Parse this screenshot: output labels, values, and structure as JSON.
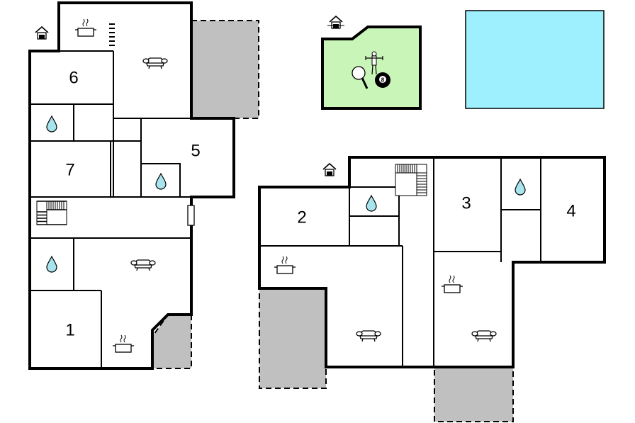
{
  "rooms": {
    "r1": "1",
    "r2": "2",
    "r3": "3",
    "r4": "4",
    "r5": "5",
    "r6": "6",
    "r7": "7"
  },
  "ball_number": "8",
  "colors": {
    "pool": "#9ff0ff",
    "activity_room": "#c9f6b8",
    "terrace": "#c0c0c0",
    "water": "#a8e4ee",
    "wall": "#000000"
  },
  "icons": {
    "entrance": "house-entrance-icon",
    "bathroom": "water-drop-icon",
    "kitchen": "cooking-pot-icon",
    "living": "sofa-icon",
    "stairs": "staircase-icon",
    "table_tennis": "table-tennis-icon",
    "fitness": "fitness-icon",
    "billiards": "billiard-ball-icon"
  }
}
